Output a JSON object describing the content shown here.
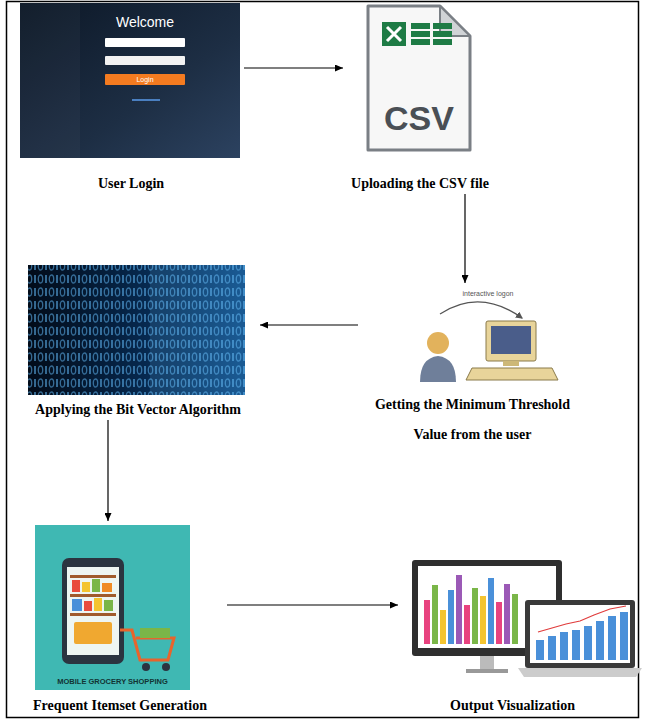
{
  "diagram": {
    "nodes": [
      {
        "text": [
          "User Login"
        ]
      },
      {
        "text": [
          "Uploading the CSV file"
        ]
      },
      {
        "text": [
          "Applying the Bit Vector Algorithm"
        ]
      },
      {
        "text": [
          "Getting the Minimum Threshold Value from the user"
        ]
      },
      {
        "text": [
          "Frequent Itemset Generation"
        ]
      },
      {
        "text": [
          "Output Visualization"
        ]
      }
    ],
    "edges": [
      {
        "from": 0,
        "to": 1,
        "arrow": "to"
      },
      {
        "from": 1,
        "to": 3,
        "arrow": "to"
      },
      {
        "from": 3,
        "to": 2,
        "arrow": "to"
      },
      {
        "from": 2,
        "to": 4,
        "arrow": "to"
      },
      {
        "from": 4,
        "to": 5,
        "arrow": "to"
      }
    ],
    "labels": [
      "Welcome",
      "Login",
      "CSV",
      "interactive logon",
      "MOBILE GROCERY SHOPPING"
    ]
  }
}
